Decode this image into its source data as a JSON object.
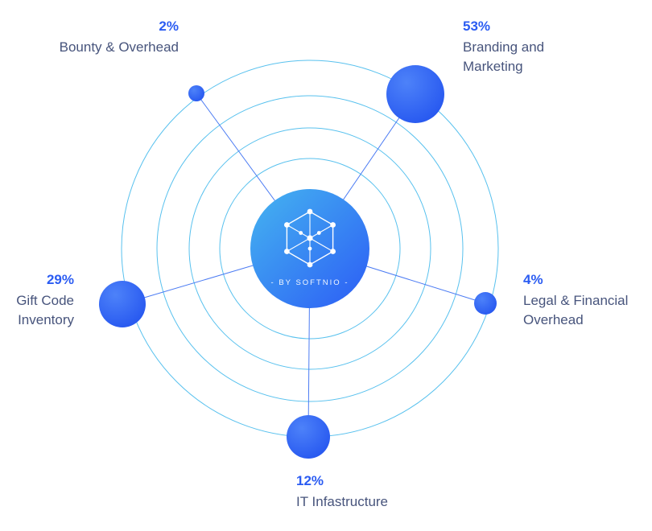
{
  "chart_data": {
    "type": "pie",
    "categories": [
      "Bounty & Overhead",
      "Branding and Marketing",
      "Legal & Financial Overhead",
      "IT Infastructure",
      "Gift Code Inventory"
    ],
    "values": [
      2,
      53,
      4,
      12,
      29
    ],
    "unit": "%",
    "title": "",
    "layout_hint": "radial bubble / orbit chart: 4 concentric rings around a central gradient disc with logo; 5 bubbles sized proportionally to percentage, connected to center by spokes; labels placed outside the rings"
  },
  "center": {
    "caption": "- BY SOFTNIO -",
    "icon": "hex-network-icon"
  },
  "nodes": [
    {
      "percent": "2%",
      "label": "Bounty & Overhead"
    },
    {
      "percent": "53%",
      "label": "Branding and Marketing"
    },
    {
      "percent": "4%",
      "label": "Legal & Financial Overhead"
    },
    {
      "percent": "12%",
      "label": "IT Infastructure"
    },
    {
      "percent": "29%",
      "label": "Gift Code Inventory"
    }
  ],
  "colors": {
    "percent_accent": "#2b5cf2",
    "label_text": "#47547c",
    "ring_stroke": "#58c1ee",
    "spoke_line": "#4b7bf3",
    "bubble_fill": "#2b57f0",
    "center_gradient_start": "#45b5f0",
    "center_gradient_end": "#2c5cf5",
    "icon_and_caption": "#ffffff"
  }
}
